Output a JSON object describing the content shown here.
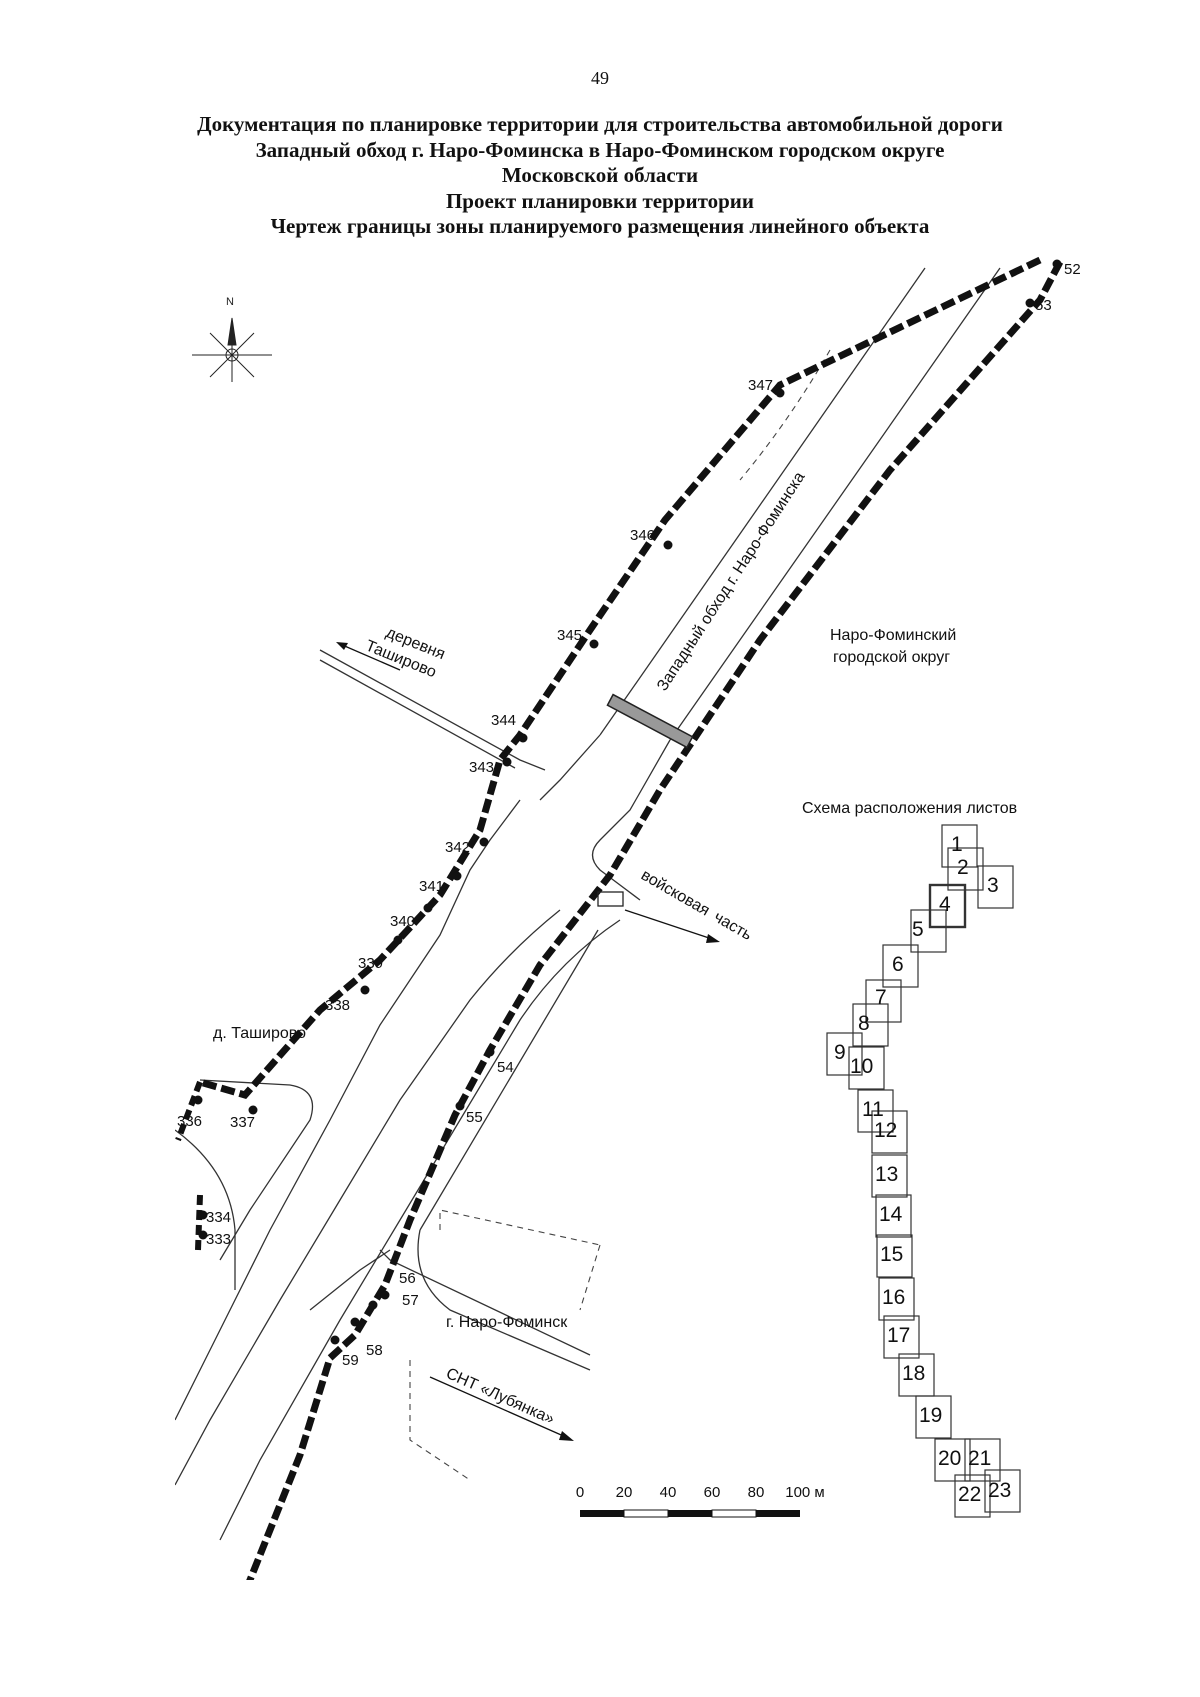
{
  "page_number": "49",
  "title_lines": [
    "Документация по планировке территории для строительства автомобильной дороги",
    "Западный обход г. Наро-Фоминска в Наро-Фоминском городском округе",
    "Московской области",
    "Проект планировки территории",
    "Чертеж границы зоны планируемого размещения линейного объекта"
  ],
  "compass": {
    "north_letter": "N"
  },
  "map_labels": {
    "road": "Западный обход г. Наро-Фоминска",
    "district": [
      "Наро-Фоминский",
      "городской округ"
    ],
    "village_road": [
      "деревня",
      "Таширово"
    ],
    "military_road": [
      "войсковая",
      "часть"
    ],
    "village": "д. Таширово",
    "town": "г. Наро-Фоминск",
    "snt": "СНТ «Лубянка»"
  },
  "boundary_points_left": [
    "347",
    "346",
    "345",
    "344",
    "343",
    "342",
    "341",
    "340",
    "339",
    "338",
    "337",
    "336",
    "334",
    "333"
  ],
  "boundary_points_right": [
    "52",
    "53",
    "54",
    "55",
    "56",
    "57",
    "58",
    "59"
  ],
  "sheet_scheme": {
    "title": "Схема расположения листов",
    "sheets": [
      "1",
      "2",
      "3",
      "4",
      "5",
      "6",
      "7",
      "8",
      "9",
      "10",
      "11",
      "12",
      "13",
      "14",
      "15",
      "16",
      "17",
      "18",
      "19",
      "20",
      "21",
      "22",
      "23"
    ],
    "current_sheet": "4"
  },
  "scale_bar": {
    "ticks": [
      "0",
      "20",
      "40",
      "60",
      "80",
      "100 м"
    ]
  }
}
